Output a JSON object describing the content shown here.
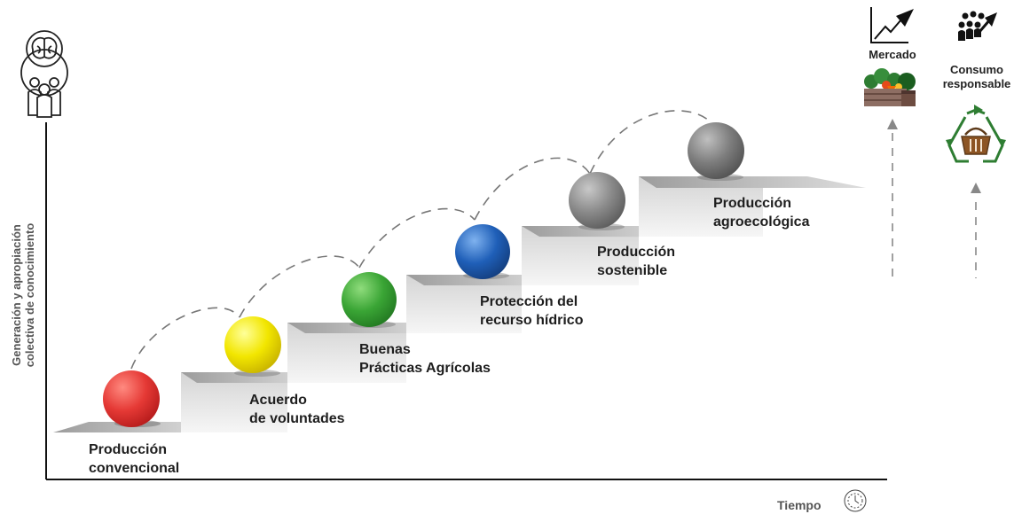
{
  "axes": {
    "y_label_line1": "Generación y apropiación",
    "y_label_line2": "colectiva de conocimiento",
    "x_label": "Tiempo"
  },
  "steps": [
    {
      "line1": "Producción",
      "line2": "convencional",
      "color": "#e53935"
    },
    {
      "line1": "Acuerdo",
      "line2": "de voluntades",
      "color": "#f2e600"
    },
    {
      "line1": "Buenas",
      "line2": "Prácticas Agrícolas",
      "color": "#3aa535"
    },
    {
      "line1": "Protección del",
      "line2": "recurso hídrico",
      "color": "#1f5fb8"
    },
    {
      "line1": "Producción",
      "line2": "sostenible",
      "color": "#8a8a8a"
    },
    {
      "line1": "Producción",
      "line2": "agroecológica",
      "color": "#7d7d7d"
    }
  ],
  "side": {
    "market_label": "Mercado",
    "consumo_line1": "Consumo",
    "consumo_line2": "responsable"
  },
  "icons": {
    "brain_people": "brain-people-icon",
    "chart_up": "chart-up-icon",
    "people_arrow": "people-arrow-icon",
    "vegetable_crate": "vegetable-crate-icon",
    "recycle_basket": "recycle-basket-icon",
    "clock": "clock-icon"
  }
}
